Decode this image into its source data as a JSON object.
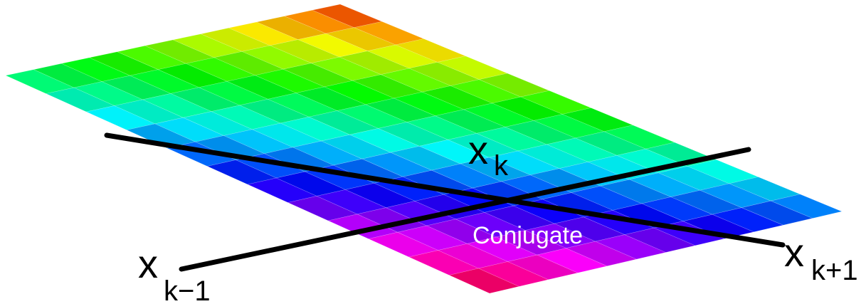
{
  "labels": {
    "x_k_base": "x",
    "x_k_sub": "k",
    "x_km1_base": "x",
    "x_km1_sub": "k−1",
    "x_kp1_base": "x",
    "x_kp1_sub": "k+1",
    "conjugate": "Conjugate"
  },
  "surface": {
    "rows": 12,
    "cols": 12,
    "colormap": "hsv",
    "colors": {
      "top_corner": "#ff2a00",
      "bottom_corner": "#ff2040",
      "left_corner": "#00ff66",
      "right_corner": "#1a8cff"
    }
  },
  "lines": {
    "color": "#000000"
  }
}
